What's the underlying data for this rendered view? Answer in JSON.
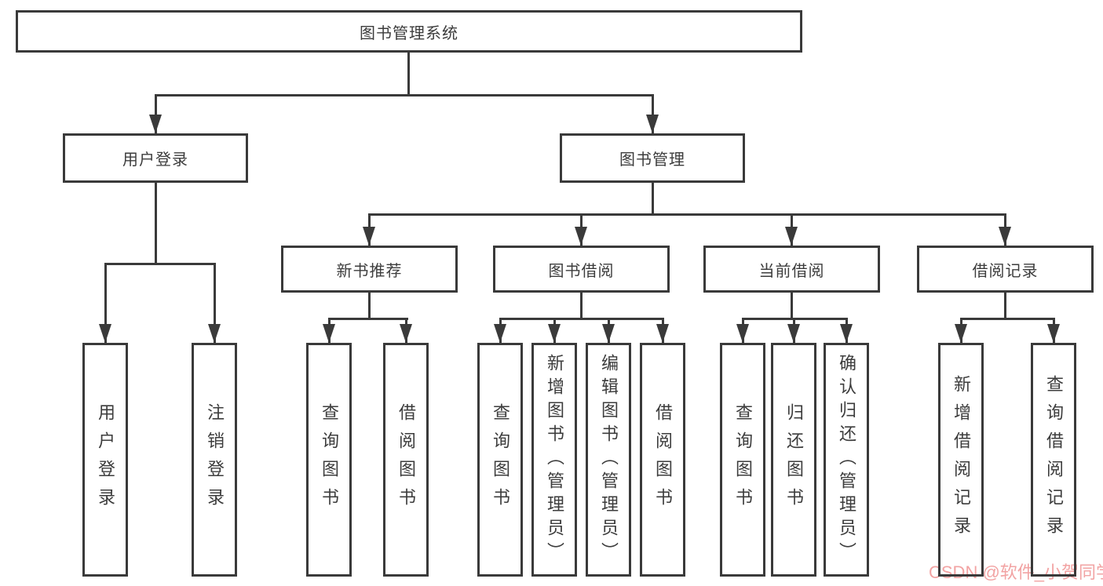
{
  "diagram_title": "图书管理系统",
  "watermark": "CSDN @软件_小贺同学",
  "colors": {
    "line": "#3a3a3a",
    "text": "#3c3c3c",
    "watermark": "#f2a3a3",
    "background": "#ffffff"
  },
  "nodes": {
    "root": {
      "label": "图书管理系统"
    },
    "user_login_group": {
      "label": "用户登录"
    },
    "book_mgmt": {
      "label": "图书管理"
    },
    "new_book_rec": {
      "label": "新书推荐"
    },
    "book_borrow": {
      "label": "图书借阅"
    },
    "current_borrow": {
      "label": "当前借阅"
    },
    "borrow_records": {
      "label": "借阅记录"
    },
    "user_login": {
      "label": "用户登录"
    },
    "logout": {
      "label": "注销登录"
    },
    "rec_query_books": {
      "label": "查询图书"
    },
    "rec_borrow_books": {
      "label": "借阅图书"
    },
    "bb_query_books": {
      "label": "查询图书"
    },
    "bb_add_books": {
      "label": "新增图书（管理员）"
    },
    "bb_edit_books": {
      "label": "编辑图书（管理员）"
    },
    "bb_borrow_books": {
      "label": "借阅图书"
    },
    "cb_query_books": {
      "label": "查询图书"
    },
    "cb_return_books": {
      "label": "归还图书"
    },
    "cb_confirm_return": {
      "label": "确认归还（管理员）"
    },
    "br_add_record": {
      "label": "新增借阅记录"
    },
    "br_query_record": {
      "label": "查询借阅记录"
    }
  },
  "hierarchy": {
    "图书管理系统": {
      "用户登录": [
        "用户登录",
        "注销登录"
      ],
      "图书管理": {
        "新书推荐": [
          "查询图书",
          "借阅图书"
        ],
        "图书借阅": [
          "查询图书",
          "新增图书（管理员）",
          "编辑图书（管理员）",
          "借阅图书"
        ],
        "当前借阅": [
          "查询图书",
          "归还图书",
          "确认归还（管理员）"
        ],
        "借阅记录": [
          "新增借阅记录",
          "查询借阅记录"
        ]
      }
    }
  }
}
